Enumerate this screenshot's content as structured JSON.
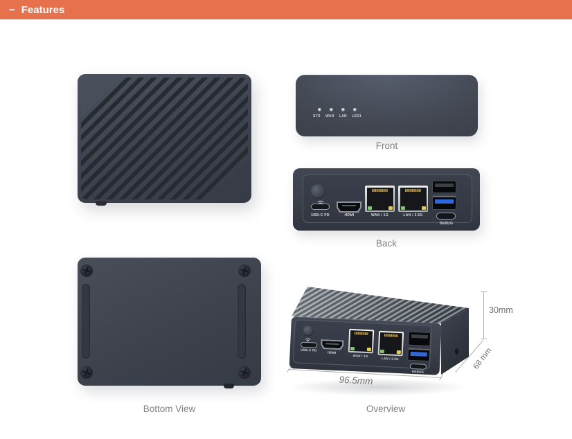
{
  "header": {
    "collapse_symbol": "−",
    "title": "Features"
  },
  "colors": {
    "accent": "#E7714D",
    "device_body": "#3C414D",
    "vent_slot": "#262A31",
    "caption_text": "#828282",
    "usb3_blue": "#2E68DA",
    "led_green": "#86C46F",
    "led_yellow": "#DECE55",
    "top_face_light": "#9AA1AB"
  },
  "front_view": {
    "caption": "Front",
    "led_labels": [
      "SYS",
      "WAN",
      "LAN",
      "LED1"
    ]
  },
  "back_view": {
    "caption": "Back"
  },
  "ports": {
    "usbc_pd": "USB-C PD",
    "hdmi": "HDMI",
    "wan": "WAN / 1G",
    "lan": "LAN / 2.5G",
    "debug": "DEBUG"
  },
  "bottom_view": {
    "caption": "Bottom View"
  },
  "overview": {
    "caption": "Overview",
    "dim_height": "30mm",
    "dim_depth": "68 mm",
    "dim_width": "96.5mm"
  }
}
